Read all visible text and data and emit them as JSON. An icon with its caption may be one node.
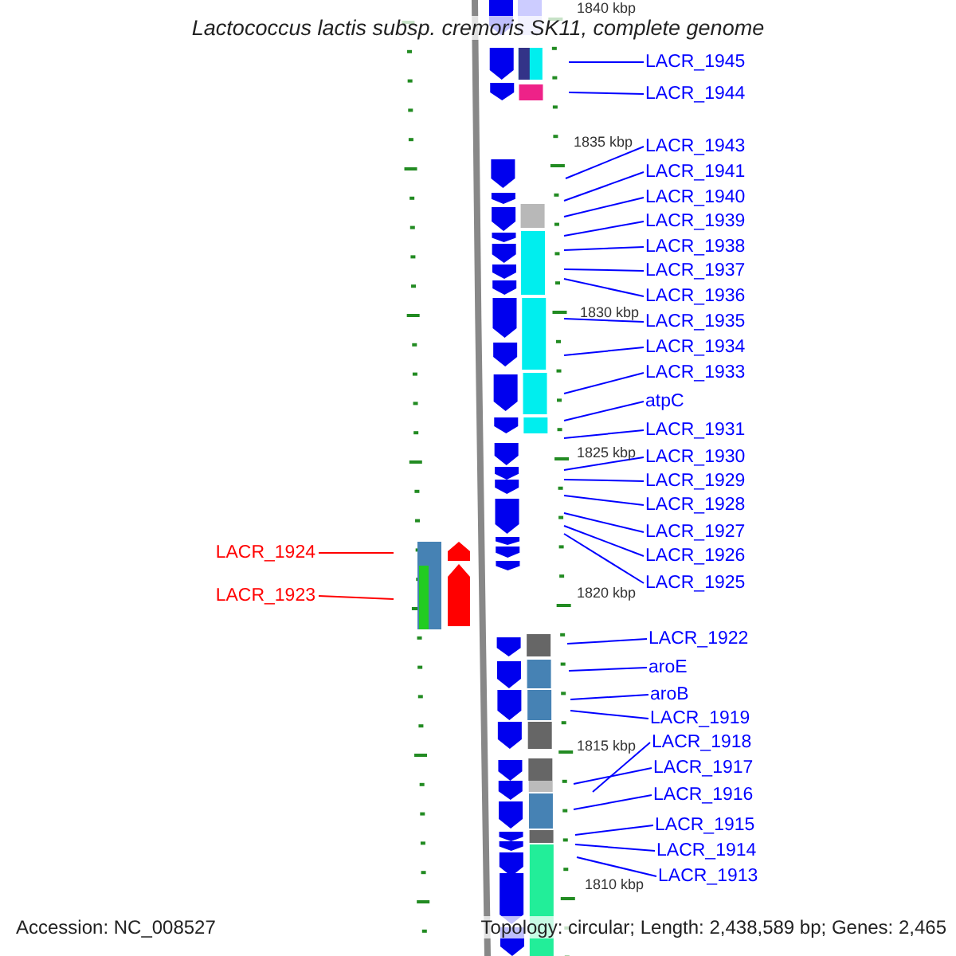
{
  "diagram": {
    "title": "Lactococcus lactis subsp. cremoris SK11, complete genome",
    "nodes": [
      {
        "text": [
          "LACR_1945"
        ]
      },
      {
        "text": [
          "LACR_1944"
        ]
      },
      {
        "text": [
          "LACR_1943"
        ]
      },
      {
        "text": [
          "LACR_1941"
        ]
      },
      {
        "text": [
          "LACR_1940"
        ]
      },
      {
        "text": [
          "LACR_1939"
        ]
      },
      {
        "text": [
          "LACR_1938"
        ]
      },
      {
        "text": [
          "LACR_1937"
        ]
      },
      {
        "text": [
          "LACR_1936"
        ]
      },
      {
        "text": [
          "LACR_1935"
        ]
      },
      {
        "text": [
          "LACR_1934"
        ]
      },
      {
        "text": [
          "LACR_1933"
        ]
      },
      {
        "text": [
          "atpC"
        ]
      },
      {
        "text": [
          "LACR_1931"
        ]
      },
      {
        "text": [
          "LACR_1930"
        ]
      },
      {
        "text": [
          "LACR_1929"
        ]
      },
      {
        "text": [
          "LACR_1928"
        ]
      },
      {
        "text": [
          "LACR_1927"
        ]
      },
      {
        "text": [
          "LACR_1926"
        ]
      },
      {
        "text": [
          "LACR_1925"
        ]
      },
      {
        "text": [
          "LACR_1924"
        ]
      },
      {
        "text": [
          "LACR_1923"
        ]
      },
      {
        "text": [
          "LACR_1922"
        ]
      },
      {
        "text": [
          "aroE"
        ]
      },
      {
        "text": [
          "aroB"
        ]
      },
      {
        "text": [
          "LACR_1919"
        ]
      },
      {
        "text": [
          "LACR_1918"
        ]
      },
      {
        "text": [
          "LACR_1917"
        ]
      },
      {
        "text": [
          "LACR_1916"
        ]
      },
      {
        "text": [
          "LACR_1915"
        ]
      },
      {
        "text": [
          "LACR_1914"
        ]
      },
      {
        "text": [
          "LACR_1913"
        ]
      }
    ],
    "edges": [
      {
        "from": 0,
        "to": null,
        "arrow": "none"
      },
      {
        "from": 1,
        "to": null,
        "arrow": "none"
      },
      {
        "from": 2,
        "to": null,
        "arrow": "none"
      },
      {
        "from": 3,
        "to": null,
        "arrow": "none"
      },
      {
        "from": 4,
        "to": null,
        "arrow": "none"
      },
      {
        "from": 5,
        "to": null,
        "arrow": "none"
      },
      {
        "from": 6,
        "to": null,
        "arrow": "none"
      },
      {
        "from": 7,
        "to": null,
        "arrow": "none"
      },
      {
        "from": 8,
        "to": null,
        "arrow": "none"
      },
      {
        "from": 9,
        "to": null,
        "arrow": "none"
      },
      {
        "from": 10,
        "to": null,
        "arrow": "none"
      },
      {
        "from": 11,
        "to": null,
        "arrow": "none"
      },
      {
        "from": 12,
        "to": null,
        "arrow": "none"
      },
      {
        "from": 13,
        "to": null,
        "arrow": "none"
      },
      {
        "from": 14,
        "to": null,
        "arrow": "none"
      },
      {
        "from": 15,
        "to": null,
        "arrow": "none"
      },
      {
        "from": 16,
        "to": null,
        "arrow": "none"
      },
      {
        "from": 17,
        "to": null,
        "arrow": "none"
      },
      {
        "from": 18,
        "to": null,
        "arrow": "none"
      },
      {
        "from": 19,
        "to": null,
        "arrow": "none"
      },
      {
        "from": 20,
        "to": null,
        "arrow": "none",
        "color": "#ff0000"
      },
      {
        "from": 21,
        "to": null,
        "arrow": "none",
        "color": "#ff0000"
      },
      {
        "from": 22,
        "to": null,
        "arrow": "none"
      },
      {
        "from": 23,
        "to": null,
        "arrow": "none"
      },
      {
        "from": 24,
        "to": null,
        "arrow": "none"
      },
      {
        "from": 25,
        "to": null,
        "arrow": "none"
      },
      {
        "from": 26,
        "to": null,
        "arrow": "none"
      },
      {
        "from": 27,
        "to": null,
        "arrow": "none"
      },
      {
        "from": 28,
        "to": null,
        "arrow": "none"
      },
      {
        "from": 29,
        "to": null,
        "arrow": "none"
      },
      {
        "from": 30,
        "to": null,
        "arrow": "none"
      },
      {
        "from": 31,
        "to": null,
        "arrow": "none"
      }
    ],
    "labels": [
      "1840 kbp",
      "1835 kbp",
      "1830 kbp",
      "1825 kbp",
      "1820 kbp",
      "1815 kbp",
      "1810 kbp",
      "Accession: NC_008527",
      "Topology: circular; Length: 2,438,589 bp; Genes: 2,465"
    ]
  }
}
